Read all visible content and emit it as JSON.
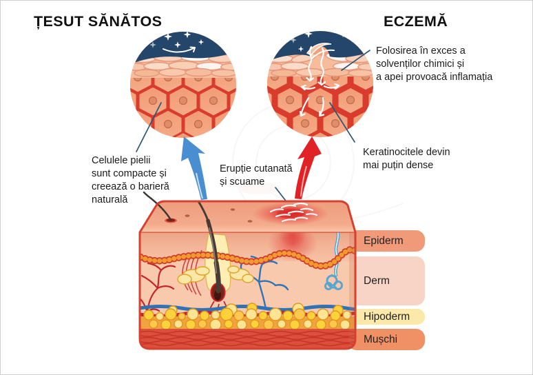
{
  "titles": {
    "healthy": "ȚESUT SĂNĂTOS",
    "eczema": "ECZEMĂ"
  },
  "annotations": {
    "solvents": {
      "line1": "Folosirea în exces a",
      "line2": "solvenților chimici și",
      "line3": "a apei provoacă inflamația"
    },
    "keratinocytes": {
      "line1": "Keratinocitele devin",
      "line2": "mai puțin dense"
    },
    "healthy_cells": {
      "line1": "Celulele pielii",
      "line2": "sunt compacte și",
      "line3": "creează o barieră",
      "line4": "naturală"
    },
    "eruption": {
      "line1": "Erupție cutanată",
      "line2": "și scuame"
    }
  },
  "legend": {
    "items": [
      {
        "label": "Epiderm",
        "color": "#f19a79"
      },
      {
        "label": "Derm",
        "color": "#f8d4c6"
      },
      {
        "label": "Hipoderm",
        "color": "#fce9a9"
      },
      {
        "label": "Mușchi",
        "color": "#ef9065"
      }
    ]
  },
  "colors": {
    "healthy_arrow_blue": "#4a8ed2",
    "eczema_arrow_red": "#e02227",
    "cell_border_red": "#d93b2c",
    "skin_outline": "#d5402f",
    "surface_navy": "#24466a",
    "vein_blue": "#2f72b5",
    "artery_red": "#c5242b",
    "fat_yellow": "#ffd23b",
    "muscle_red": "#dc4f3c"
  }
}
